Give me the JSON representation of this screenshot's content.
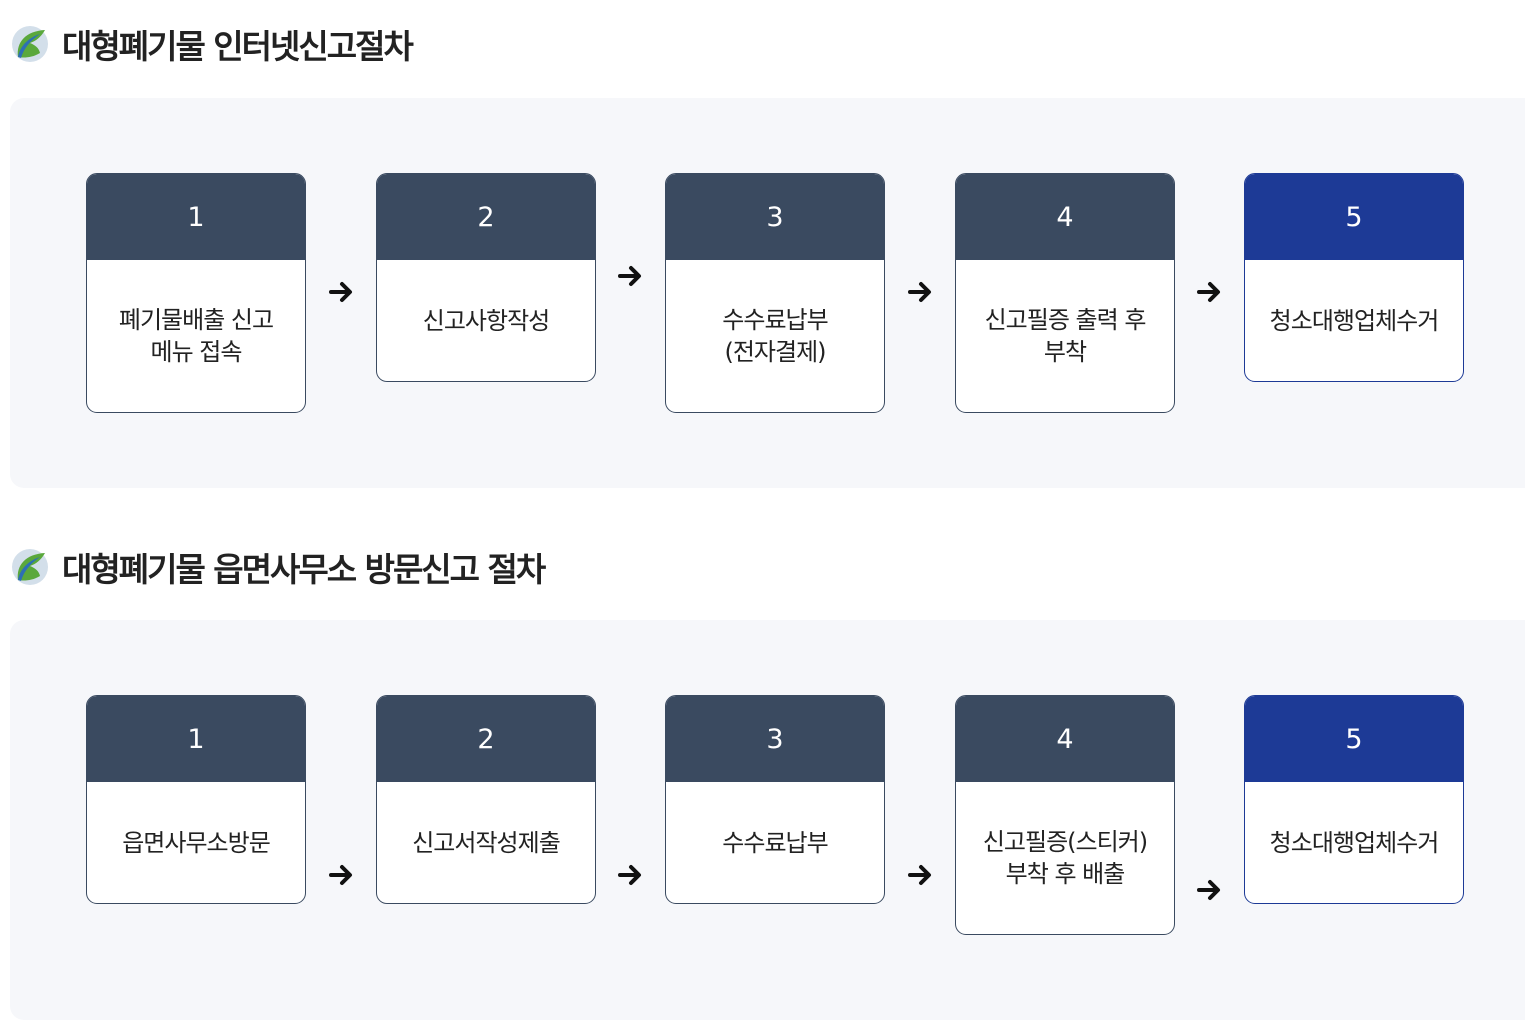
{
  "sections": [
    {
      "title": "대형폐기물 인터넷신고절차",
      "steps": [
        {
          "number": "1",
          "label": "폐기물배출 신고\n메뉴 접속"
        },
        {
          "number": "2",
          "label": "신고사항작성"
        },
        {
          "number": "3",
          "label": "수수료납부\n(전자결제)"
        },
        {
          "number": "4",
          "label": "신고필증 출력 후\n부착"
        },
        {
          "number": "5",
          "label": "청소대행업체수거"
        }
      ]
    },
    {
      "title": "대형폐기물 읍면사무소 방문신고 절차",
      "steps": [
        {
          "number": "1",
          "label": "읍면사무소방문"
        },
        {
          "number": "2",
          "label": "신고서작성제출"
        },
        {
          "number": "3",
          "label": "수수료납부"
        },
        {
          "number": "4",
          "label": "신고필증(스티커)\n부착 후 배출"
        },
        {
          "number": "5",
          "label": "청소대행업체수거"
        }
      ]
    }
  ],
  "icons": {
    "title_icon": "leaf-logo-icon",
    "arrow_icon": "arrow-right-icon"
  },
  "colors": {
    "step_header": "#3a4a60",
    "final_step_header": "#1d3a96",
    "panel_background": "#f6f7fa",
    "leaf_green": "#5aa83c",
    "leaf_blue": "#2d6fb5"
  }
}
